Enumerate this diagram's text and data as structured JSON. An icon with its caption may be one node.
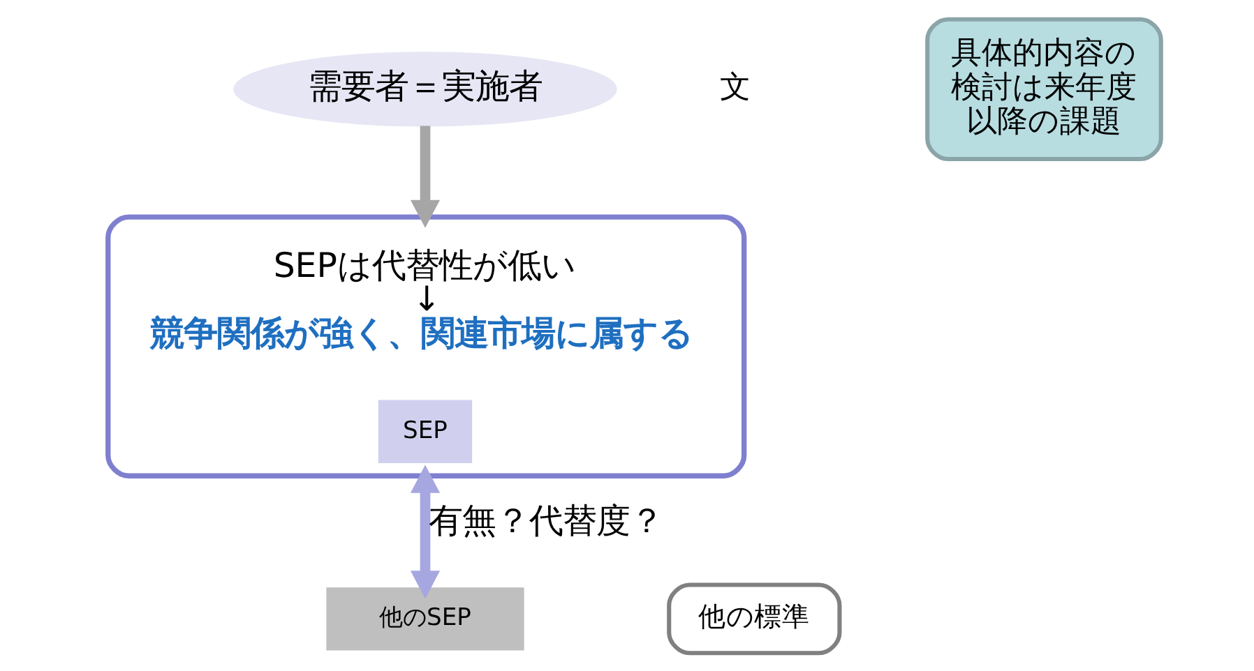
{
  "diagram": {
    "nodes": [
      {
        "text": [
          "需要者＝実施者"
        ]
      },
      {
        "text": [
          "SEPは代替性が低い",
          "↓",
          "競争関係が強く、関連市場に属する"
        ]
      },
      {
        "text": [
          "SEP"
        ],
        "in": 1
      },
      {
        "text": [
          "他のSEP"
        ]
      },
      {
        "text": [
          "他の標準"
        ]
      },
      {
        "text": [
          "具体的内容の検討は来年度以降の課題"
        ]
      }
    ],
    "edges": [
      {
        "from": 0,
        "to": 1,
        "arrow": "to",
        "color": "#a6a6a6"
      },
      {
        "from": 1,
        "to": 3,
        "arrow": "both",
        "label": "有無？代替度？",
        "color": "#a6a6e0"
      }
    ],
    "labels": [
      "文"
    ]
  }
}
